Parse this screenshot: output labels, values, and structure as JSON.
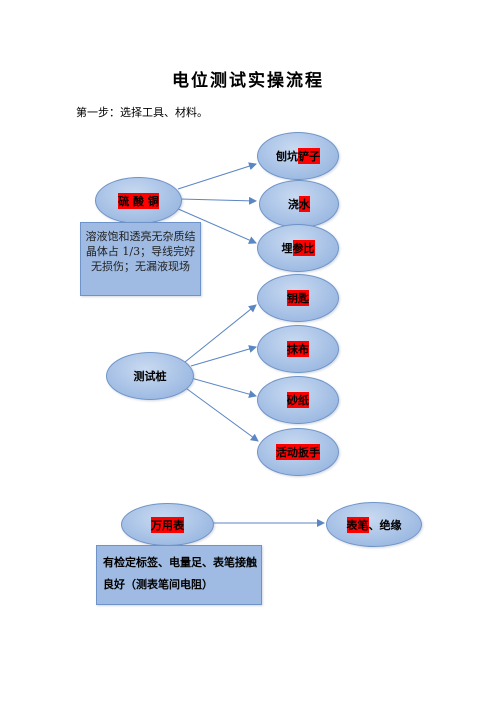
{
  "title": "电位测试实操流程",
  "step1": "第一步：选择工具、材料。",
  "group1": {
    "source": {
      "parts": [
        "",
        "硫 酸 铜",
        ""
      ]
    },
    "targets": [
      {
        "parts": [
          "刨坑",
          "铲子",
          ""
        ]
      },
      {
        "parts": [
          "浇",
          "水",
          ""
        ]
      },
      {
        "parts": [
          "埋",
          "参比",
          ""
        ]
      }
    ],
    "note": "溶液饱和透亮无杂质结晶体占 1/3；导线完好无损伤；无漏液现场"
  },
  "group2": {
    "source": {
      "parts": [
        "测试桩",
        "",
        ""
      ]
    },
    "targets": [
      {
        "parts": [
          "",
          "钥匙",
          ""
        ]
      },
      {
        "parts": [
          "",
          "抹布",
          ""
        ]
      },
      {
        "parts": [
          "",
          "砂纸",
          ""
        ]
      },
      {
        "parts": [
          "",
          "活动扳手",
          ""
        ]
      }
    ]
  },
  "group3": {
    "source": {
      "parts": [
        "",
        "万用表",
        ""
      ]
    },
    "target": {
      "parts": [
        "",
        "表笔",
        "、绝缘"
      ]
    },
    "note": "有检定标签、电量足、表笔接触良好（测表笔间电阻）"
  },
  "colors": {
    "node_fill": "#a8c2e6",
    "node_border": "#6e93c8",
    "highlight": "#ff0000",
    "arrow": "#5b86c4"
  }
}
